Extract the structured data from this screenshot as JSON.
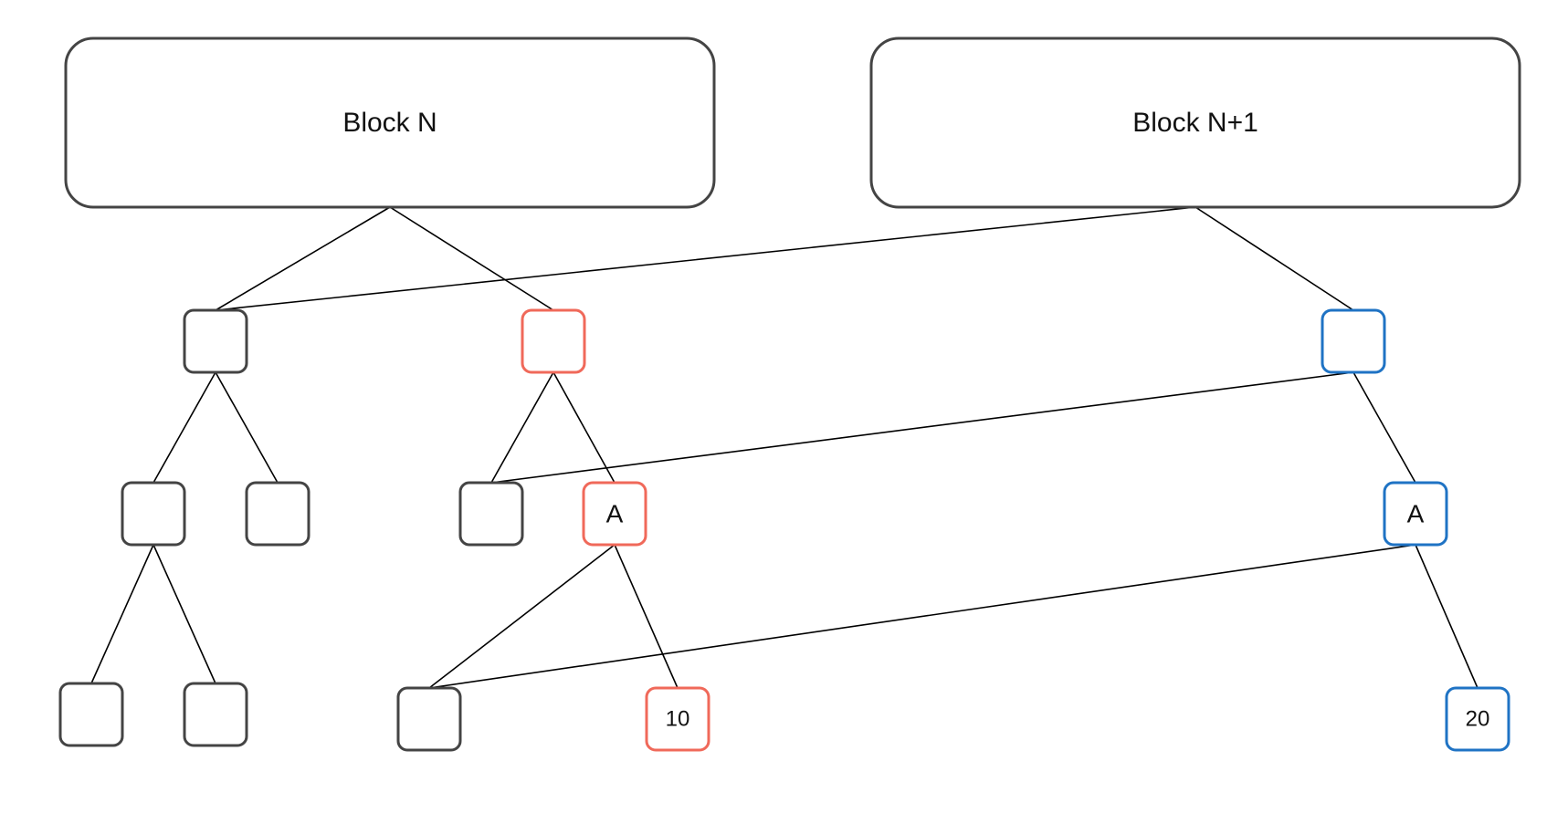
{
  "colors": {
    "default_node": "#444444",
    "old_path": "#f0695a",
    "new_path": "#1f73c4",
    "edge": "#000000"
  },
  "blocks": [
    {
      "id": "block-n",
      "label": "Block N"
    },
    {
      "id": "block-n1",
      "label": "Block N+1"
    }
  ],
  "nodes": [
    {
      "id": "n-l1-left",
      "label": "",
      "color": "default"
    },
    {
      "id": "n-l1-red",
      "label": "",
      "color": "old"
    },
    {
      "id": "n-l1-blue",
      "label": "",
      "color": "new"
    },
    {
      "id": "n-l2-a",
      "label": "",
      "color": "default"
    },
    {
      "id": "n-l2-b",
      "label": "",
      "color": "default"
    },
    {
      "id": "n-l2-c",
      "label": "",
      "color": "default"
    },
    {
      "id": "n-l2-red-a",
      "label": "A",
      "color": "old"
    },
    {
      "id": "n-l2-blue-a",
      "label": "A",
      "color": "new"
    },
    {
      "id": "n-l3-a",
      "label": "",
      "color": "default"
    },
    {
      "id": "n-l3-b",
      "label": "",
      "color": "default"
    },
    {
      "id": "n-l3-shared",
      "label": "",
      "color": "default"
    },
    {
      "id": "n-l3-red-10",
      "label": "10",
      "color": "old"
    },
    {
      "id": "n-l3-blue-20",
      "label": "20",
      "color": "new"
    }
  ],
  "edges": [
    {
      "from": "block-n",
      "to": "n-l1-left"
    },
    {
      "from": "block-n",
      "to": "n-l1-red"
    },
    {
      "from": "block-n1",
      "to": "n-l1-left"
    },
    {
      "from": "block-n1",
      "to": "n-l1-blue"
    },
    {
      "from": "n-l1-left",
      "to": "n-l2-a"
    },
    {
      "from": "n-l1-left",
      "to": "n-l2-b"
    },
    {
      "from": "n-l1-red",
      "to": "n-l2-c"
    },
    {
      "from": "n-l1-red",
      "to": "n-l2-red-a"
    },
    {
      "from": "n-l1-blue",
      "to": "n-l2-c"
    },
    {
      "from": "n-l1-blue",
      "to": "n-l2-blue-a"
    },
    {
      "from": "n-l2-a",
      "to": "n-l3-a"
    },
    {
      "from": "n-l2-a",
      "to": "n-l3-b"
    },
    {
      "from": "n-l2-red-a",
      "to": "n-l3-shared"
    },
    {
      "from": "n-l2-red-a",
      "to": "n-l3-red-10"
    },
    {
      "from": "n-l2-blue-a",
      "to": "n-l3-shared"
    },
    {
      "from": "n-l2-blue-a",
      "to": "n-l3-blue-20"
    }
  ]
}
